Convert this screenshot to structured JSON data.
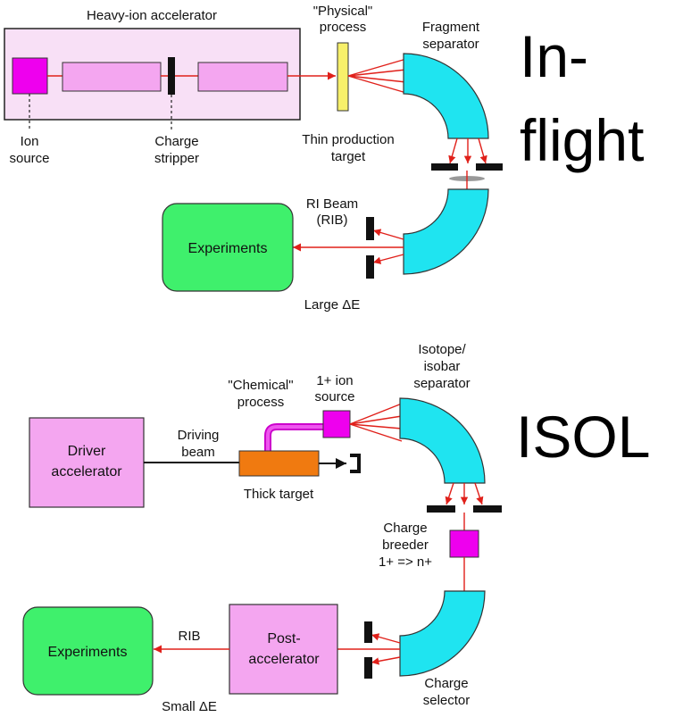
{
  "inflight": {
    "heading_line1": "In-",
    "heading_line2": "flight",
    "accelerator_label": "Heavy-ion accelerator",
    "ion_source_line1": "Ion",
    "ion_source_line2": "source",
    "charge_stripper_line1": "Charge",
    "charge_stripper_line2": "stripper",
    "physical_line1": "\"Physical\"",
    "physical_line2": "process",
    "fragment_line1": "Fragment",
    "fragment_line2": "separator",
    "thin_target_line1": "Thin production",
    "thin_target_line2": "target",
    "rib_line1": "RI Beam",
    "rib_line2": "(RIB)",
    "experiments": "Experiments",
    "large_de": "Large ΔE"
  },
  "isol": {
    "heading": "ISOL",
    "isotope_line1": "Isotope/",
    "isotope_line2": "isobar",
    "isotope_line3": "separator",
    "chemical_line1": "\"Chemical\"",
    "chemical_line2": "process",
    "ion_source_line1": "1+ ion",
    "ion_source_line2": "source",
    "driver_line1": "Driver",
    "driver_line2": "accelerator",
    "driving_line1": "Driving",
    "driving_line2": "beam",
    "thick_target": "Thick target",
    "breeder_line1": "Charge",
    "breeder_line2": "breeder",
    "breeder_line3": "1+ => n+",
    "post_line1": "Post-",
    "post_line2": "accelerator",
    "rib": "RIB",
    "experiments": "Experiments",
    "small_de": "Small ΔE",
    "selector_line1": "Charge",
    "selector_line2": "selector"
  },
  "colors": {
    "beam": "#e0201a",
    "accelerator_fill": "#f8e0f6",
    "magenta": "#ee00ee",
    "pink_box": "#f4a6f0",
    "target_yellow": "#f7f06a",
    "separator_cyan": "#1fe4f0",
    "experiments_green": "#3ff06c",
    "thick_target_orange": "#f07a10"
  }
}
